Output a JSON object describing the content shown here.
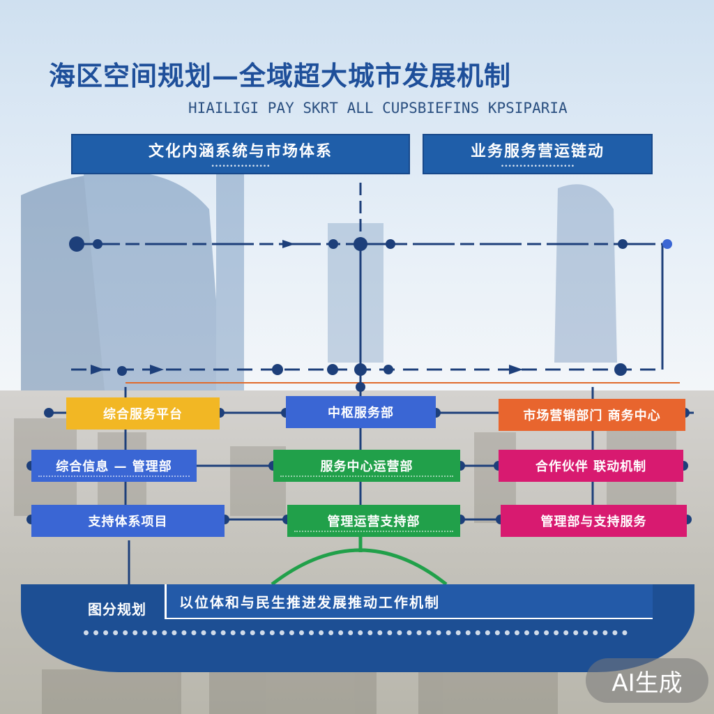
{
  "header": {
    "title": "海区空间规划—全域超大城市发展机制",
    "subtitle": "HIAILIGI PAY SKRT ALL  CUPSBIEFINS KPSIPARIA"
  },
  "top_boxes": [
    {
      "label": "文化内涵系统与市场体系",
      "sublabel": "••••••••••••••••"
    },
    {
      "label": "业务服务营运链动",
      "sublabel": "••••••••••••••••••••"
    }
  ],
  "nodes": {
    "yellow": "综合服务平台",
    "center_top": "中枢服务部",
    "orange": "市场营销部门 商务中心",
    "blue_left": "综合信息 — 管理部",
    "green_mid": "服务中心运营部",
    "magenta_mid": "合作伙伴 联动机制",
    "blue_bottom": "支持体系项目",
    "green_bottom": "管理运营支持部",
    "magenta_bottom": "管理部与支持服务"
  },
  "base": {
    "label": "图分规划",
    "bar_text": "以位体和与民生推进发展推动工作机制"
  },
  "badge": "AI生成",
  "colors": {
    "primary_blue": "#1f5ea9",
    "yellow": "#f2b724",
    "orange": "#e8652e",
    "green": "#21a04a",
    "magenta": "#d81a70",
    "node_blue": "#3a66d4"
  }
}
